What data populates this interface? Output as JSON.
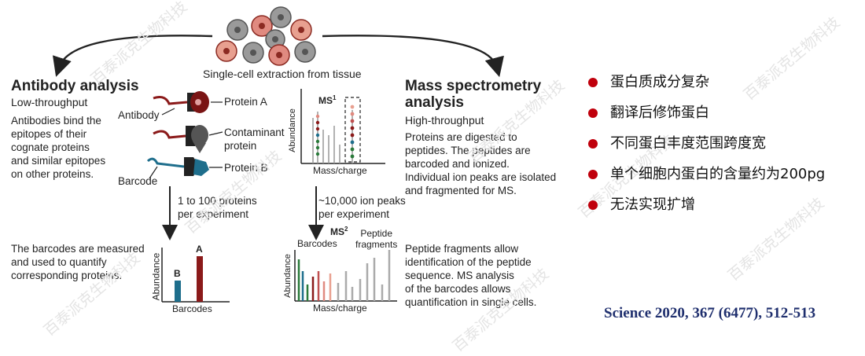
{
  "diagram": {
    "top_caption": "Single-cell extraction from tissue",
    "left": {
      "title": "Antibody analysis",
      "subtitle": "Low-throughput",
      "description": "Antibodies bind the\nepitopes of their\ncognate proteins\nand similar epitopes\non other proteins.",
      "label_antibody": "Antibody",
      "label_barcode": "Barcode",
      "label_protein_a": "Protein A",
      "label_contaminant": "Contaminant\nprotein",
      "label_protein_b": "Protein B",
      "arrow_text": "1 to 100 proteins\nper experiment",
      "result_text": "The barcodes are measured\nand used to quantify\ncorresponding proteins.",
      "chart": {
        "ylabel": "Abundance",
        "xlabel": "Barcodes",
        "bar_b_label": "B",
        "bar_a_label": "A",
        "bar_b_level": 0.4,
        "bar_a_level": 0.85
      }
    },
    "middle": {
      "ms1_label": "MS",
      "ms1_sup": "1",
      "ms1_ylabel": "Abundance",
      "ms1_xlabel": "Mass/charge",
      "arrow_text": "~10,000 ion peaks\nper experiment",
      "ms2_label": "MS",
      "ms2_sup": "2",
      "ms2_barcodes_label": "Barcodes",
      "ms2_peptide_label": "Peptide\nfragments",
      "ms2_ylabel": "Abundance",
      "ms2_xlabel": "Mass/charge"
    },
    "right": {
      "title": "Mass spectrometry\nanalysis",
      "subtitle": "High-throughput",
      "description": "Proteins are digested to\npeptides. The peptides are\nbarcoded and ionized.\nIndividual ion peaks are isolated\nand fragmented for MS.",
      "result_text": "Peptide fragments allow\nidentification of the peptide\nsequence. MS analysis\nof the barcodes allows\nquantification in single cells."
    }
  },
  "bullets": [
    "蛋白质成分复杂",
    "翻译后修饰蛋白",
    "不同蛋白丰度范围跨度宽",
    "单个细胞内蛋白的含量约为200pg",
    "无法实现扩增"
  ],
  "citation": "Science 2020, 367 (6477), 512-513",
  "watermark": "百泰派克生物科技",
  "colors": {
    "bullet": "#c0000c",
    "citation": "#1f2f6e",
    "dark_red": "#8b1a1a",
    "teal": "#1e6e8c",
    "gray": "#555555",
    "watermark": "#e4e4e4"
  }
}
